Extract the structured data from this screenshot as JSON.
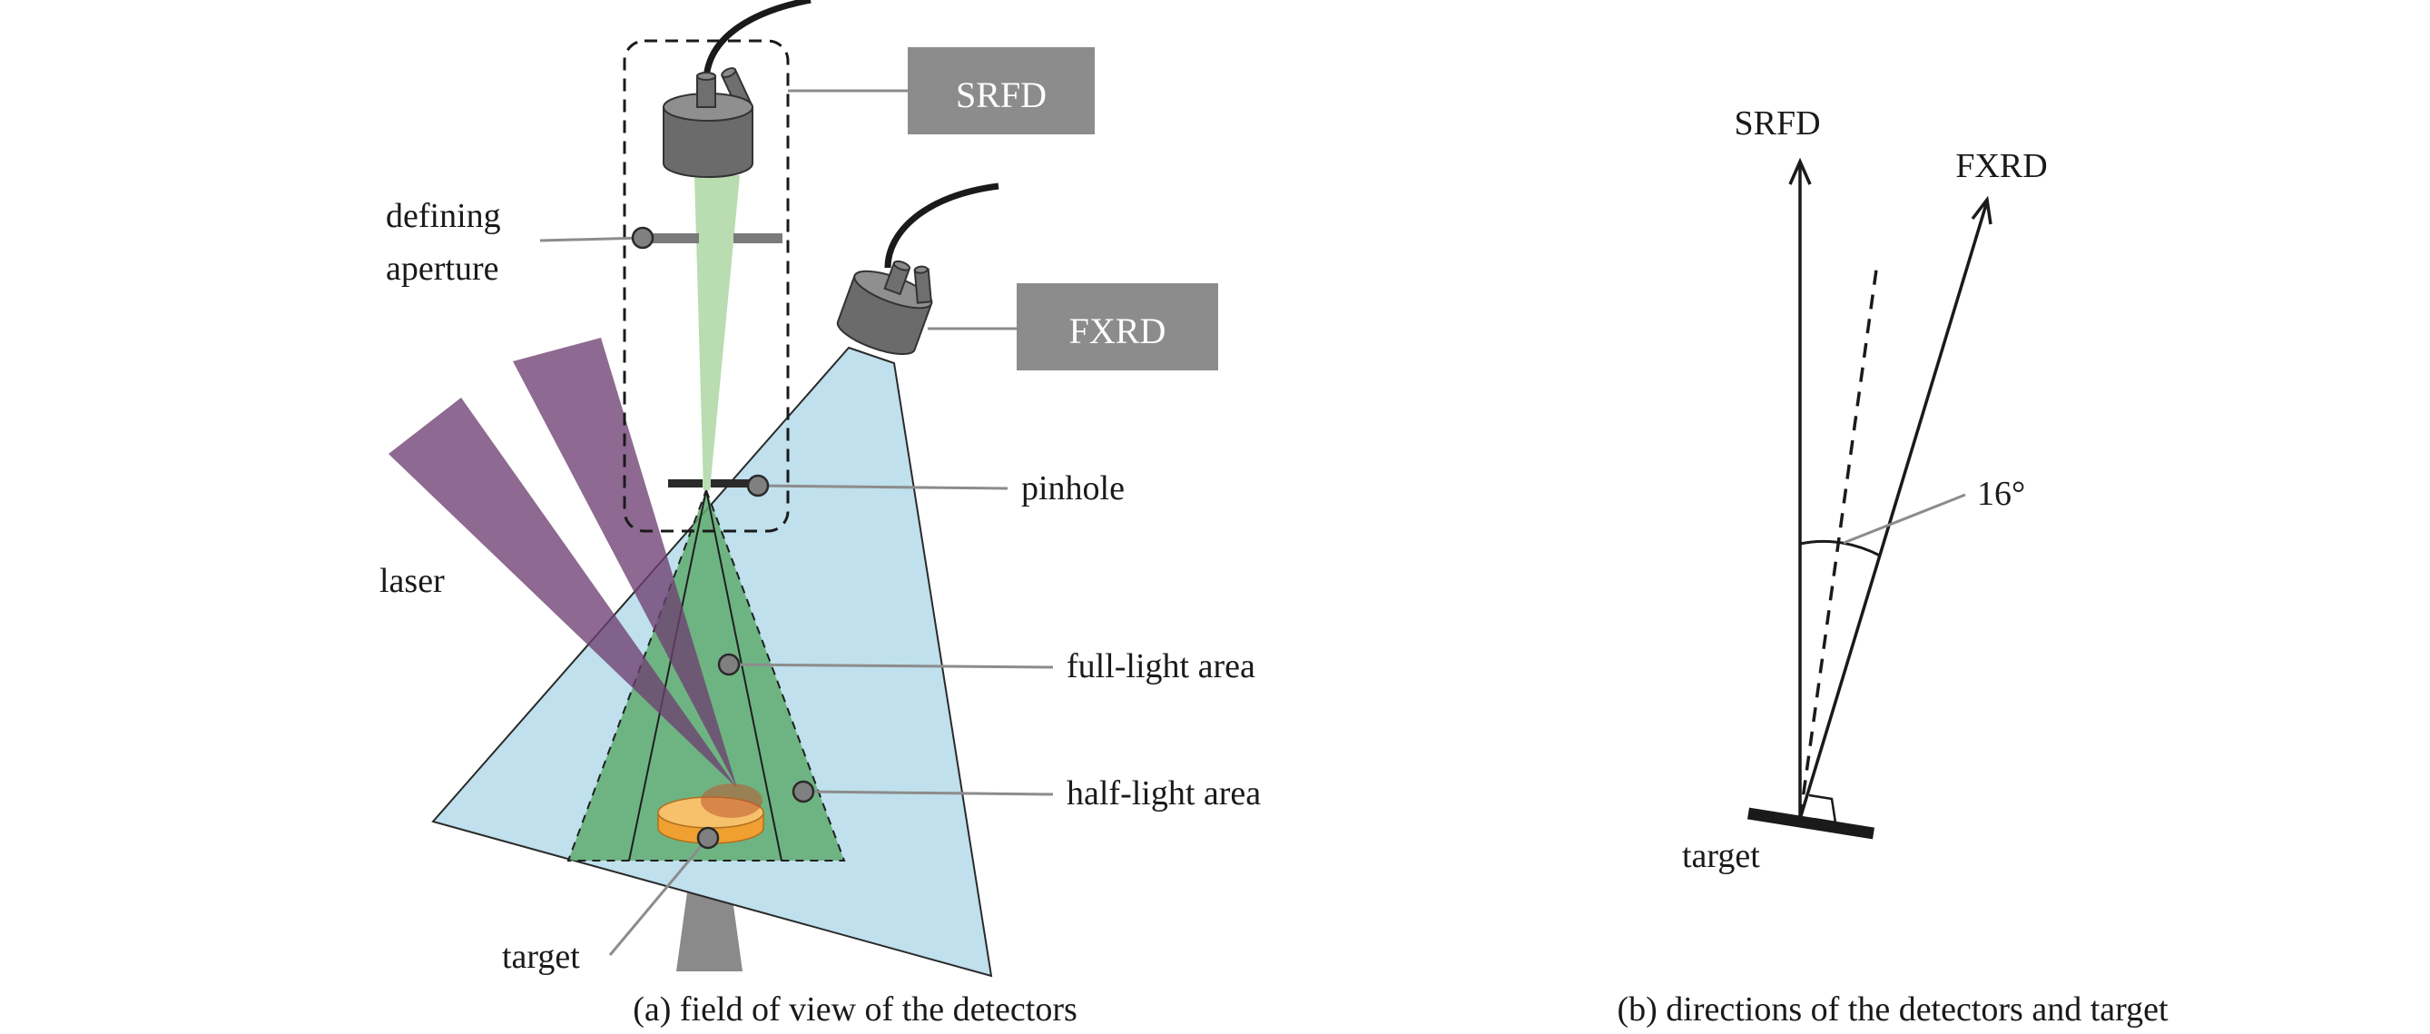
{
  "panel_a": {
    "caption": "(a) field of view of the detectors",
    "detector_srfd": "SRFD",
    "detector_fxrd": "FXRD",
    "label_defining_1": "defining",
    "label_defining_2": "aperture",
    "label_pinhole": "pinhole",
    "label_laser": "laser",
    "label_full_light": "full-light area",
    "label_half_light": "half-light area",
    "label_target": "target"
  },
  "panel_b": {
    "caption": "(b) directions of the detectors and target",
    "arrow_srfd": "SRFD",
    "arrow_fxrd": "FXRD",
    "angle": "16°",
    "label_target": "target"
  },
  "colors": {
    "blue_fov": "#bfe0ec",
    "green_fov": "#62ac74",
    "green_srfd_beam": "#b9dcb0",
    "laser": "#6e3f72",
    "label_box": "#8c8c8c",
    "target": "#f0a030"
  }
}
